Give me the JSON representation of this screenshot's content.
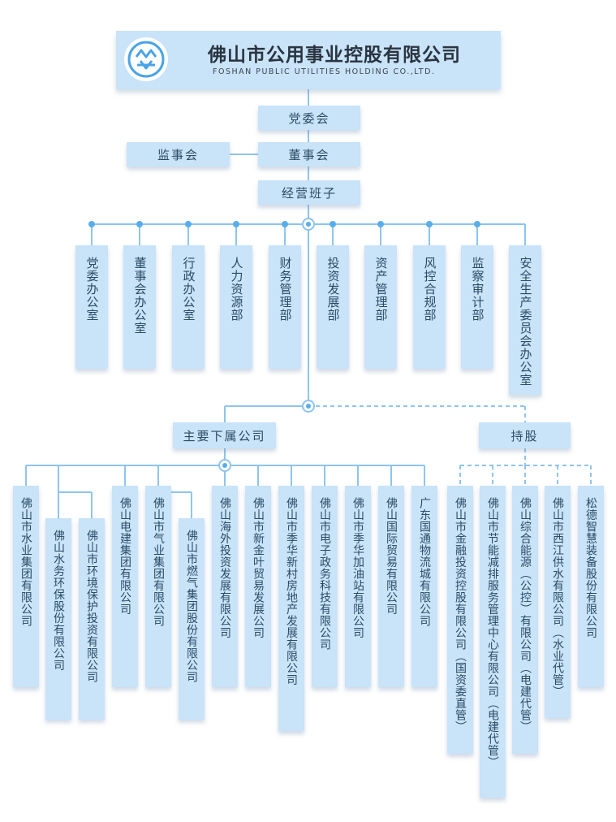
{
  "header": {
    "title_cn": "佛山市公用事业控股有限公司",
    "title_en": "FOSHAN PUBLIC UTILITIES HOLDING CO.,LTD.",
    "logo_icon": "foshan-utilities-logo"
  },
  "colors": {
    "box": "#c9e3f8",
    "line": "#8ec4ef",
    "dot": "#5aaee8",
    "text": "#2a4b66"
  },
  "top": {
    "party": "党委会",
    "board": "董事会",
    "supervisory": "监事会",
    "management": "经营班子"
  },
  "departments": [
    "党委办公室",
    "董事会办公室",
    "行政办公室",
    "人力资源部",
    "财务管理部",
    "投资发展部",
    "资产管理部",
    "风控合规部",
    "监察审计部",
    "安全生产委员会办公室"
  ],
  "groups": {
    "main": "主要下属公司",
    "holding": "持股"
  },
  "subsidiaries": [
    "佛山市水业集团有限公司",
    "佛山水务环保股份有限公司",
    "佛山市环境保护投资有限公司",
    "佛山电建集团有限公司",
    "佛山市气业集团有限公司",
    "佛山市燃气集团股份有限公司",
    "佛山海外投资发展有限公司",
    "佛山市新金叶贸易发展公司",
    "佛山市季华新村房地产发展有限公司",
    "佛山市电子政务科技有限公司",
    "佛山市季华加油站有限公司",
    "佛山国际贸易有限公司",
    "广东国通物流城有限公司"
  ],
  "holdings": [
    "佛山市金融投资控股有限公司（国资委直管）",
    "佛山市节能减排服务管理中心有限公司（电建代管）",
    "佛山综合能源（公控）有限公司（电建代管）",
    "佛山市西江供水有限公司（水业代管）",
    "松德智慧装备股份有限公司"
  ]
}
